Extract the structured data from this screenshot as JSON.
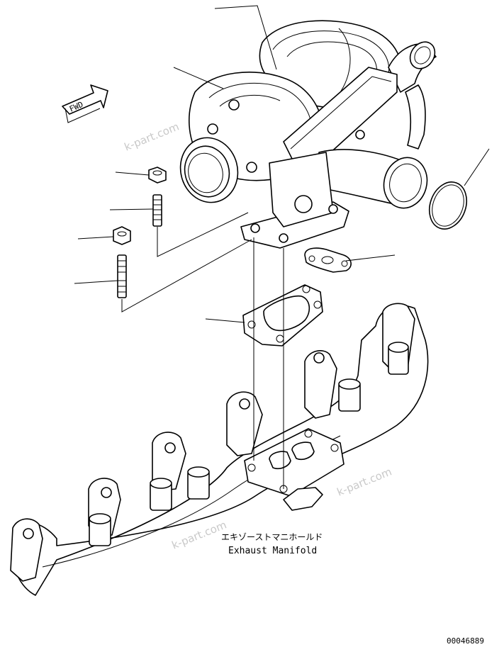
{
  "fwd_label": "FWD",
  "caption_jp": "エキゾーストマニホールド",
  "caption_en": "Exhaust Manifold",
  "watermarks": [
    "k-part.com",
    "k-part.com",
    "k-part.com"
  ],
  "drawing_code": "00046889"
}
